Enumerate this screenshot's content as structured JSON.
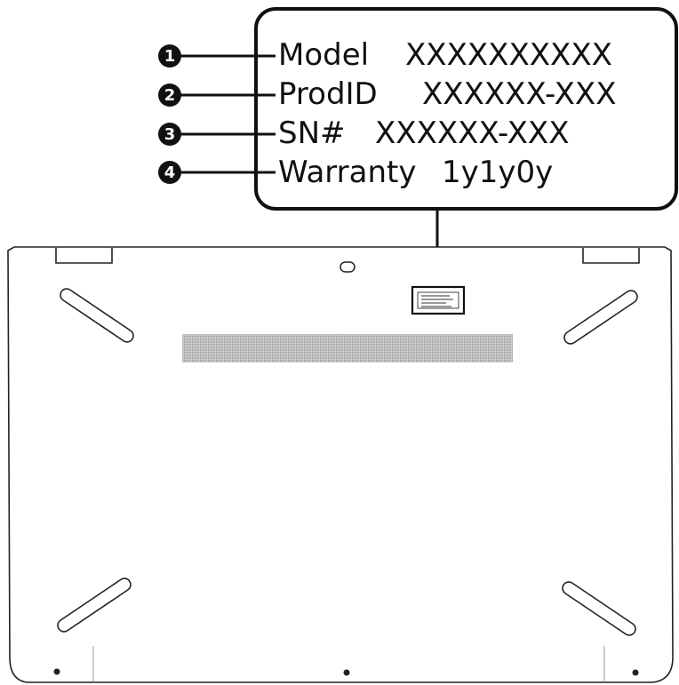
{
  "label": {
    "rows": [
      {
        "callout": "1",
        "name": "Model",
        "value": "XXXXXXXXXX"
      },
      {
        "callout": "2",
        "name": "ProdID",
        "value": "XXXXXX-XXX"
      },
      {
        "callout": "3",
        "name": "SN#",
        "value": "XXXXXX-XXX"
      },
      {
        "callout": "4",
        "name": "Warranty",
        "value": "1y1y0y"
      }
    ]
  },
  "colors": {
    "line": "#111111",
    "vent": "#b9b9b9",
    "background": "#ffffff"
  }
}
